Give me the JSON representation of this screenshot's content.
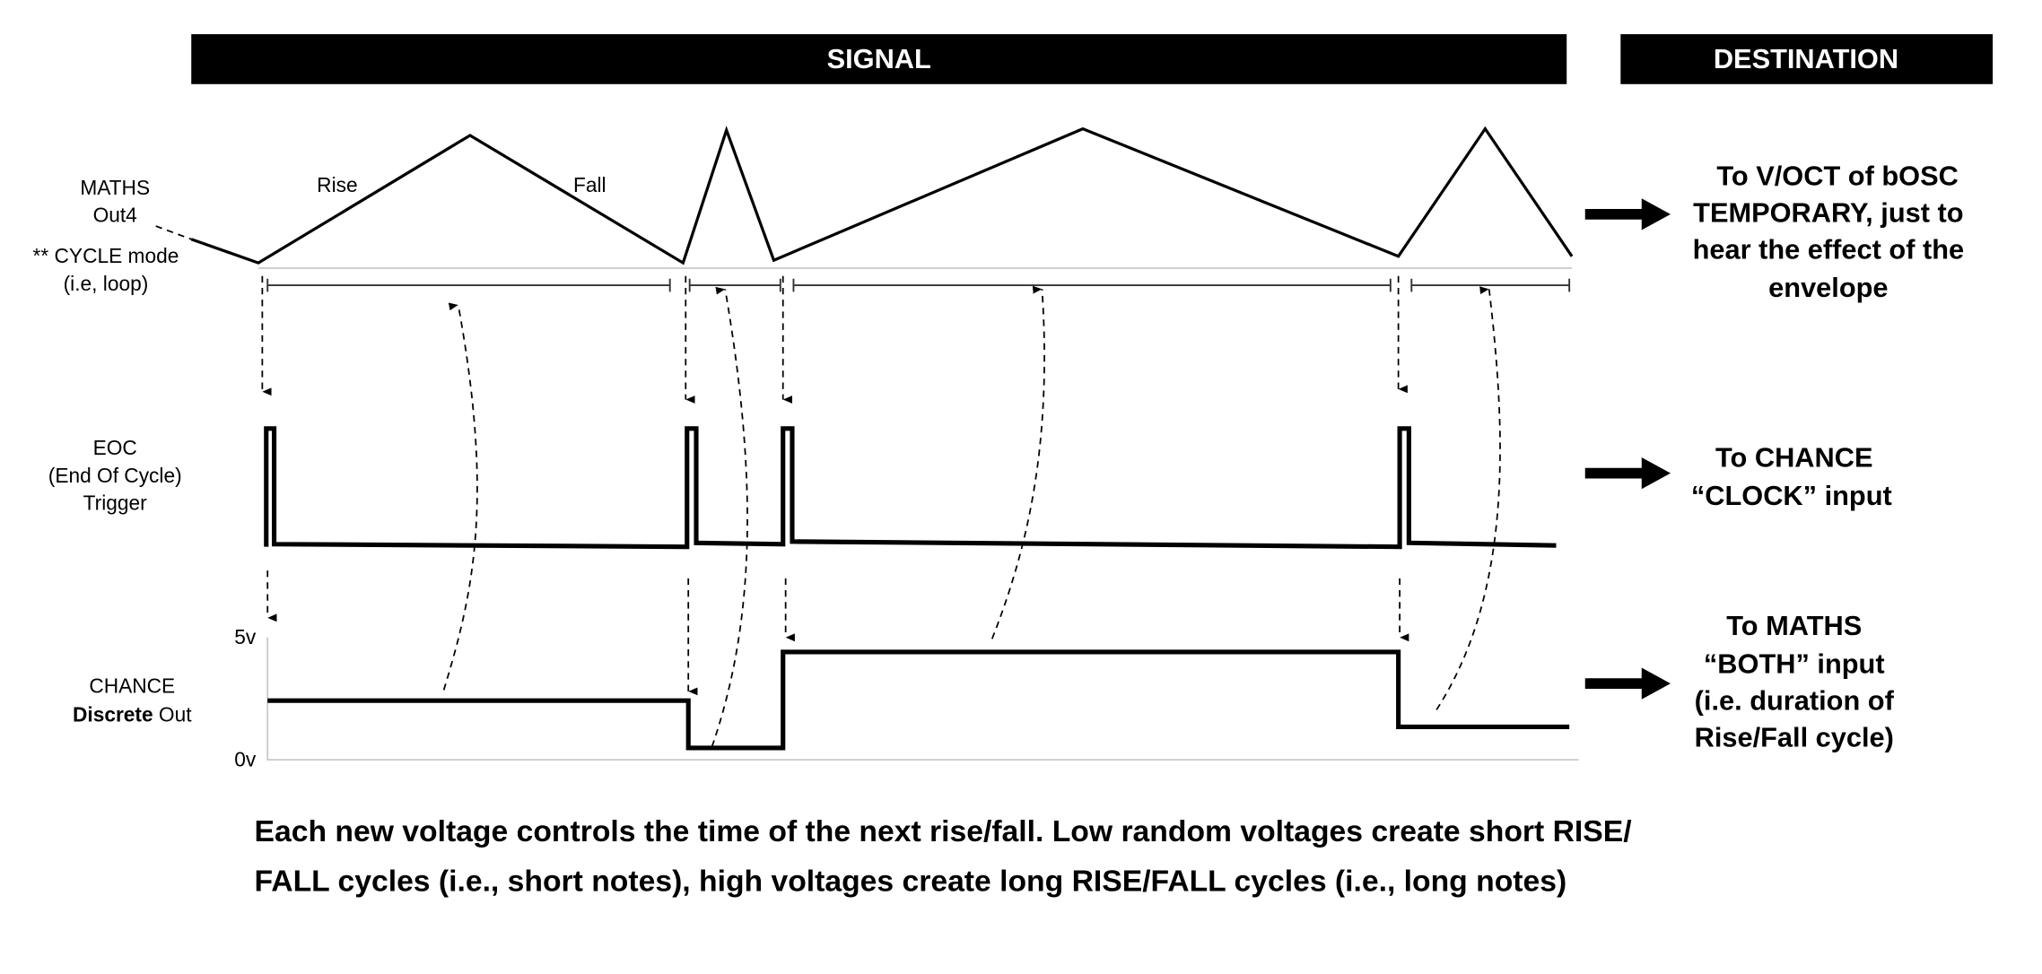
{
  "header": {
    "signal": "SIGNAL",
    "destination": "DESTINATION"
  },
  "rows": {
    "maths": {
      "lines": [
        "MATHS",
        "Out4",
        "** CYCLE mode",
        "(i.e, loop)"
      ],
      "rise": "Rise",
      "fall": "Fall"
    },
    "eoc": {
      "lines": [
        "EOC",
        "(End Of Cycle)",
        "Trigger"
      ]
    },
    "chance": {
      "line1": "CHANCE",
      "line2_bold": "Discrete",
      "line2_rest": " Out",
      "y_max": "5v",
      "y_min": "0v"
    }
  },
  "destinations": {
    "maths": [
      "To V/OCT of bOSC",
      "TEMPORARY, just to",
      "hear the effect of the",
      "envelope"
    ],
    "eoc": [
      "To CHANCE",
      "“CLOCK” input"
    ],
    "chance": [
      "To MATHS",
      "“BOTH” input",
      "(i.e. duration of",
      "Rise/Fall cycle)"
    ]
  },
  "caption": [
    "Each new voltage controls the time of the next rise/fall. Low random voltages create short RISE/",
    "FALL cycles (i.e., short notes), high voltages create long RISE/FALL cycles (i.e., long notes)"
  ]
}
